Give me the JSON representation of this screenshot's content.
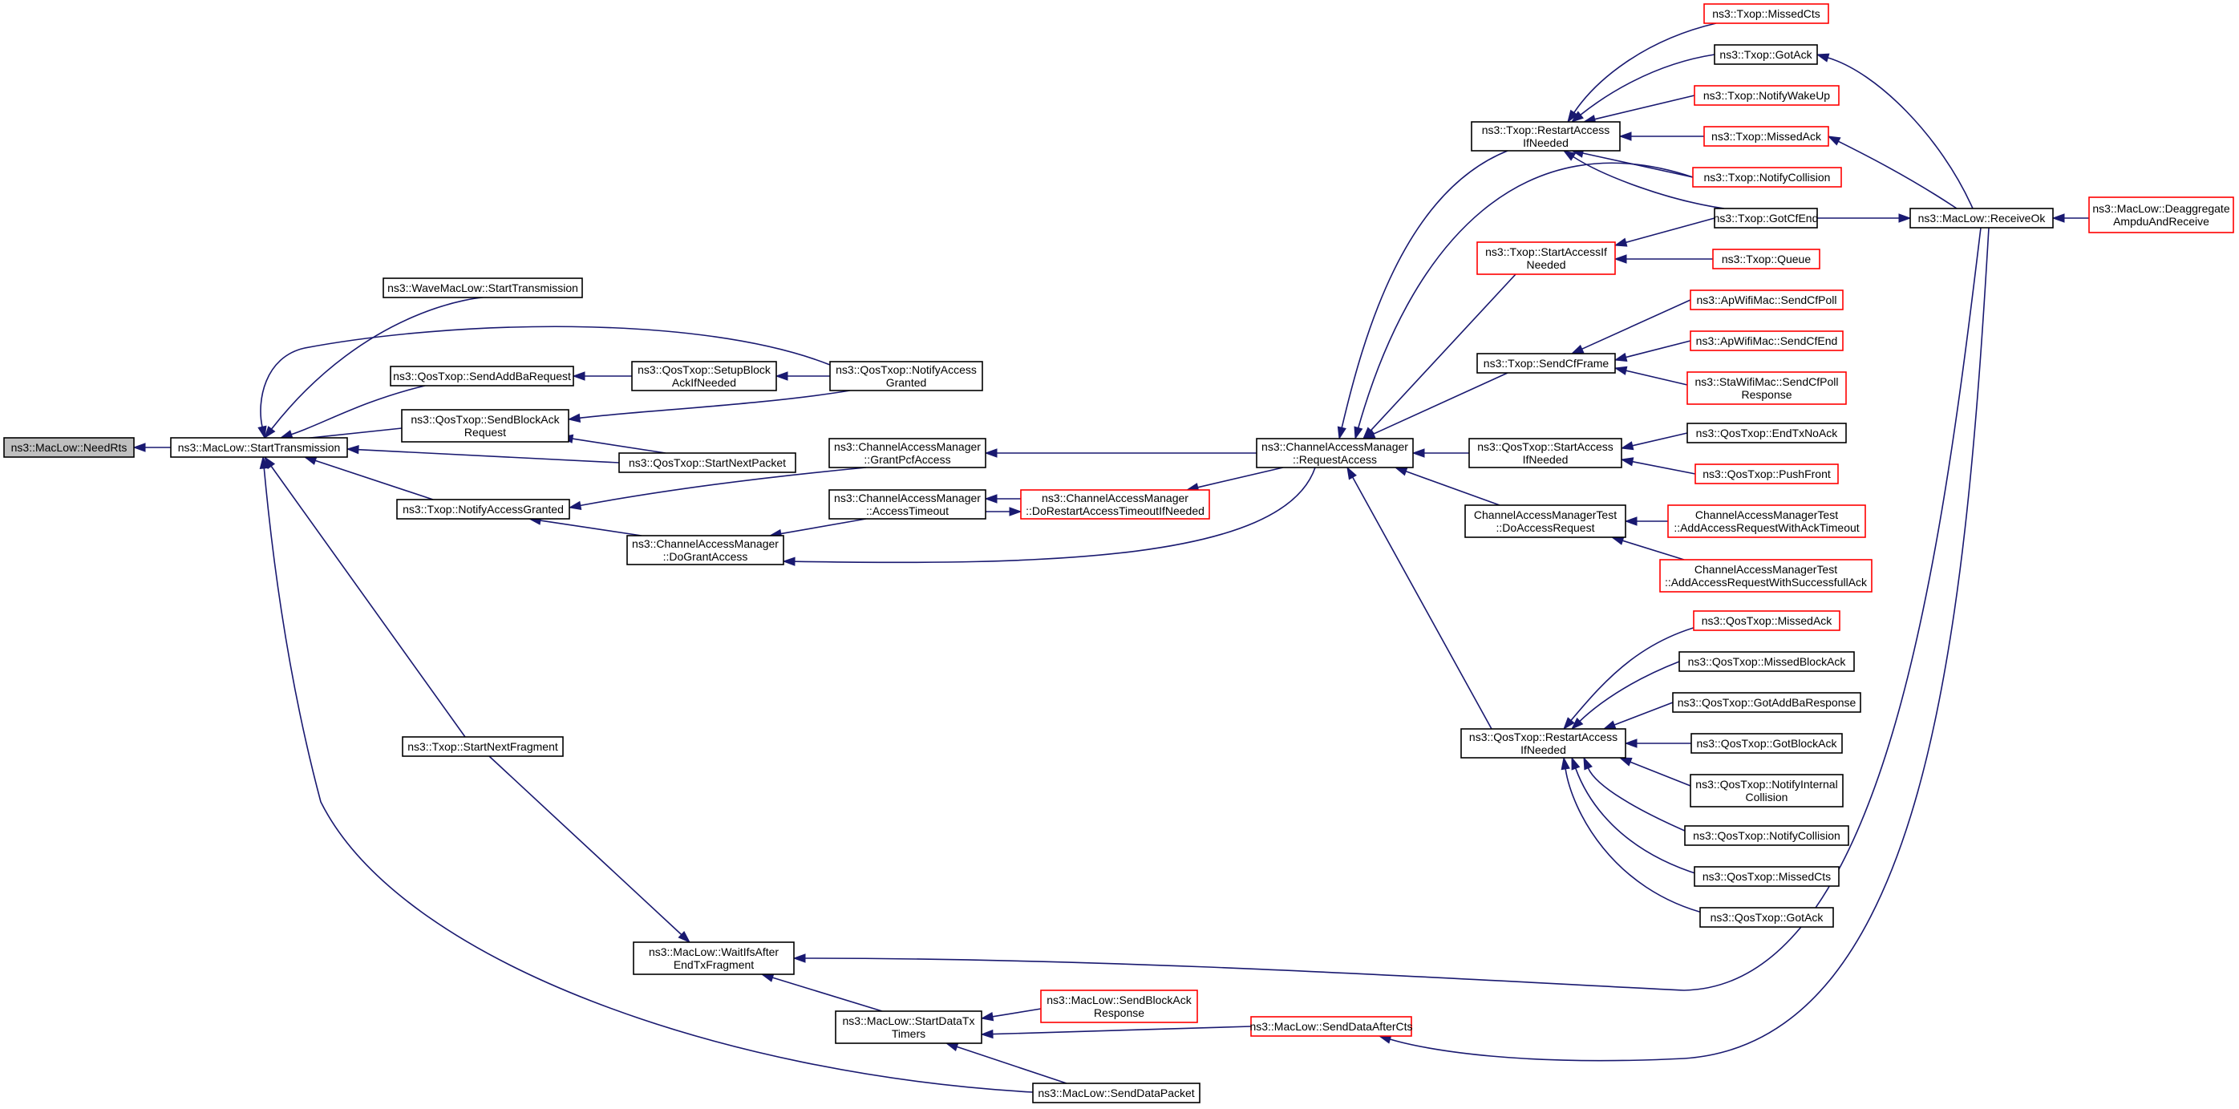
{
  "graph": {
    "colors": {
      "edge": "#191970",
      "normal_border": "#000000",
      "red_border": "#ff0000",
      "root_fill": "#bfbfbf"
    },
    "nodes": [
      {
        "id": "needrts",
        "lines": [
          "ns3::MacLow::NeedRts"
        ],
        "style": "root"
      },
      {
        "id": "starttx",
        "lines": [
          "ns3::MacLow::StartTransmission"
        ]
      },
      {
        "id": "wavestarttx",
        "lines": [
          "ns3::WaveMacLow::StartTransmission"
        ]
      },
      {
        "id": "sendaddba",
        "lines": [
          "ns3::QosTxop::SendAddBaRequest"
        ]
      },
      {
        "id": "sendblockackreq",
        "lines": [
          "ns3::QosTxop::SendBlockAck",
          "Request"
        ]
      },
      {
        "id": "txopnotifygranted",
        "lines": [
          "ns3::Txop::NotifyAccessGranted"
        ]
      },
      {
        "id": "startnextfrag",
        "lines": [
          "ns3::Txop::StartNextFragment"
        ]
      },
      {
        "id": "setupblockack",
        "lines": [
          "ns3::QosTxop::SetupBlock",
          "AckIfNeeded"
        ]
      },
      {
        "id": "qosnotifygranted",
        "lines": [
          "ns3::QosTxop::NotifyAccess",
          "Granted"
        ]
      },
      {
        "id": "qosstartnextpacket",
        "lines": [
          "ns3::QosTxop::StartNextPacket"
        ]
      },
      {
        "id": "grantpcf",
        "lines": [
          "ns3::ChannelAccessManager",
          "::GrantPcfAccess"
        ]
      },
      {
        "id": "accesstimeout",
        "lines": [
          "ns3::ChannelAccessManager",
          "::AccessTimeout"
        ]
      },
      {
        "id": "dograntaccess",
        "lines": [
          "ns3::ChannelAccessManager",
          "::DoGrantAccess"
        ]
      },
      {
        "id": "dorestart",
        "lines": [
          "ns3::ChannelAccessManager",
          "::DoRestartAccessTimeoutIfNeeded"
        ],
        "style": "red"
      },
      {
        "id": "requestaccess",
        "lines": [
          "ns3::ChannelAccessManager",
          "::RequestAccess"
        ]
      },
      {
        "id": "txoprestart",
        "lines": [
          "ns3::Txop::RestartAccess",
          "IfNeeded"
        ]
      },
      {
        "id": "txopstartaccess",
        "lines": [
          "ns3::Txop::StartAccessIf",
          "Needed"
        ],
        "style": "red"
      },
      {
        "id": "sendcfframe",
        "lines": [
          "ns3::Txop::SendCfFrame"
        ]
      },
      {
        "id": "qosstartaccess",
        "lines": [
          "ns3::QosTxop::StartAccess",
          "IfNeeded"
        ]
      },
      {
        "id": "camtestdoaccess",
        "lines": [
          "ChannelAccessManagerTest",
          "::DoAccessRequest"
        ]
      },
      {
        "id": "qosrestart",
        "lines": [
          "ns3::QosTxop::RestartAccess",
          "IfNeeded"
        ]
      },
      {
        "id": "txopmissedcts",
        "lines": [
          "ns3::Txop::MissedCts"
        ],
        "style": "red"
      },
      {
        "id": "txopgotack",
        "lines": [
          "ns3::Txop::GotAck"
        ]
      },
      {
        "id": "txopnotifywakeup",
        "lines": [
          "ns3::Txop::NotifyWakeUp"
        ],
        "style": "red"
      },
      {
        "id": "txopmissedack",
        "lines": [
          "ns3::Txop::MissedAck"
        ],
        "style": "red"
      },
      {
        "id": "txopnotifycollision",
        "lines": [
          "ns3::Txop::NotifyCollision"
        ],
        "style": "red"
      },
      {
        "id": "txopgotcfend",
        "lines": [
          "ns3::Txop::GotCfEnd"
        ]
      },
      {
        "id": "txopqueue",
        "lines": [
          "ns3::Txop::Queue"
        ],
        "style": "red"
      },
      {
        "id": "apsendcfpoll",
        "lines": [
          "ns3::ApWifiMac::SendCfPoll"
        ],
        "style": "red"
      },
      {
        "id": "apsendcfend",
        "lines": [
          "ns3::ApWifiMac::SendCfEnd"
        ],
        "style": "red"
      },
      {
        "id": "stasendcfpoll",
        "lines": [
          "ns3::StaWifiMac::SendCfPoll",
          "Response"
        ],
        "style": "red"
      },
      {
        "id": "qosendtxnoack",
        "lines": [
          "ns3::QosTxop::EndTxNoAck"
        ]
      },
      {
        "id": "qospushfront",
        "lines": [
          "ns3::QosTxop::PushFront"
        ],
        "style": "red"
      },
      {
        "id": "camtestacktimeout",
        "lines": [
          "ChannelAccessManagerTest",
          "::AddAccessRequestWithAckTimeout"
        ],
        "style": "red"
      },
      {
        "id": "camtestsuccessful",
        "lines": [
          "ChannelAccessManagerTest",
          "::AddAccessRequestWithSuccessfullAck"
        ],
        "style": "red"
      },
      {
        "id": "qosmissedack",
        "lines": [
          "ns3::QosTxop::MissedAck"
        ],
        "style": "red"
      },
      {
        "id": "qosmissedblockack",
        "lines": [
          "ns3::QosTxop::MissedBlockAck"
        ]
      },
      {
        "id": "qosgotaddba",
        "lines": [
          "ns3::QosTxop::GotAddBaResponse"
        ]
      },
      {
        "id": "qosgotblockack",
        "lines": [
          "ns3::QosTxop::GotBlockAck"
        ]
      },
      {
        "id": "qosnotifyinternal",
        "lines": [
          "ns3::QosTxop::NotifyInternal",
          "Collision"
        ]
      },
      {
        "id": "qosnotifycollision",
        "lines": [
          "ns3::QosTxop::NotifyCollision"
        ]
      },
      {
        "id": "qosmissedcts",
        "lines": [
          "ns3::QosTxop::MissedCts"
        ]
      },
      {
        "id": "qosgotack",
        "lines": [
          "ns3::QosTxop::GotAck"
        ]
      },
      {
        "id": "receiveok",
        "lines": [
          "ns3::MacLow::ReceiveOk"
        ]
      },
      {
        "id": "deaggregate",
        "lines": [
          "ns3::MacLow::Deaggregate",
          "AmpduAndReceive"
        ],
        "style": "red"
      },
      {
        "id": "waitifs",
        "lines": [
          "ns3::MacLow::WaitIfsAfter",
          "EndTxFragment"
        ]
      },
      {
        "id": "startdatatx",
        "lines": [
          "ns3::MacLow::StartDataTx",
          "Timers"
        ]
      },
      {
        "id": "sendblockackresp",
        "lines": [
          "ns3::MacLow::SendBlockAck",
          "Response"
        ],
        "style": "red"
      },
      {
        "id": "senddataaftercts",
        "lines": [
          "ns3::MacLow::SendDataAfterCts"
        ],
        "style": "red"
      },
      {
        "id": "senddatapacket",
        "lines": [
          "ns3::MacLow::SendDataPacket"
        ]
      }
    ]
  }
}
